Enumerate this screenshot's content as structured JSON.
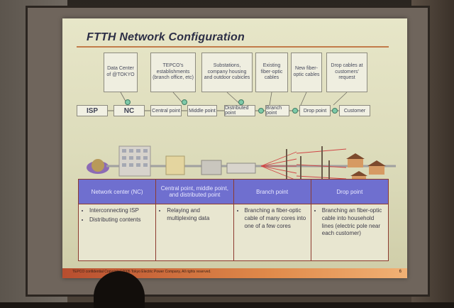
{
  "slide": {
    "title": "FTTH Network Configuration",
    "top_boxes": [
      "Data Center of @TOKYO",
      "TEPCO's establishments (branch office, etc)",
      "Substations, company housing and outdoor cubicles",
      "Existing fiber-optic cables",
      "New fiber-optic cables",
      "Drop cables at customers' request"
    ],
    "chain": [
      "ISP",
      "NC",
      "Central point",
      "Middle point",
      "Distributed point",
      "Branch point",
      "Drop point",
      "Customer"
    ],
    "table": {
      "headers": [
        "Network center (NC)",
        "Central point, middle point, and distributed point",
        "Branch point",
        "Drop point"
      ],
      "cells": [
        [
          "Interconnecting ISP",
          "Distributing contents"
        ],
        [
          "Relaying and multiplexing data"
        ],
        [
          "Branching a fiber-optic cable of many cores into one of a few cores"
        ],
        [
          "Branching an fiber-optic cable into household lines (electric pole near each customer)"
        ]
      ]
    },
    "footer_text": "TEPCO confidential   Copyright©2005 Tokyo Electric Power Company, All rights reserved.",
    "page_number": "6"
  },
  "colors": {
    "slide_background": "#e4e3c4",
    "table_header": "#6f6fcf",
    "table_border": "#8c3a2f",
    "footer_bar": "#d4683a",
    "title_text": "#2c2e46"
  }
}
